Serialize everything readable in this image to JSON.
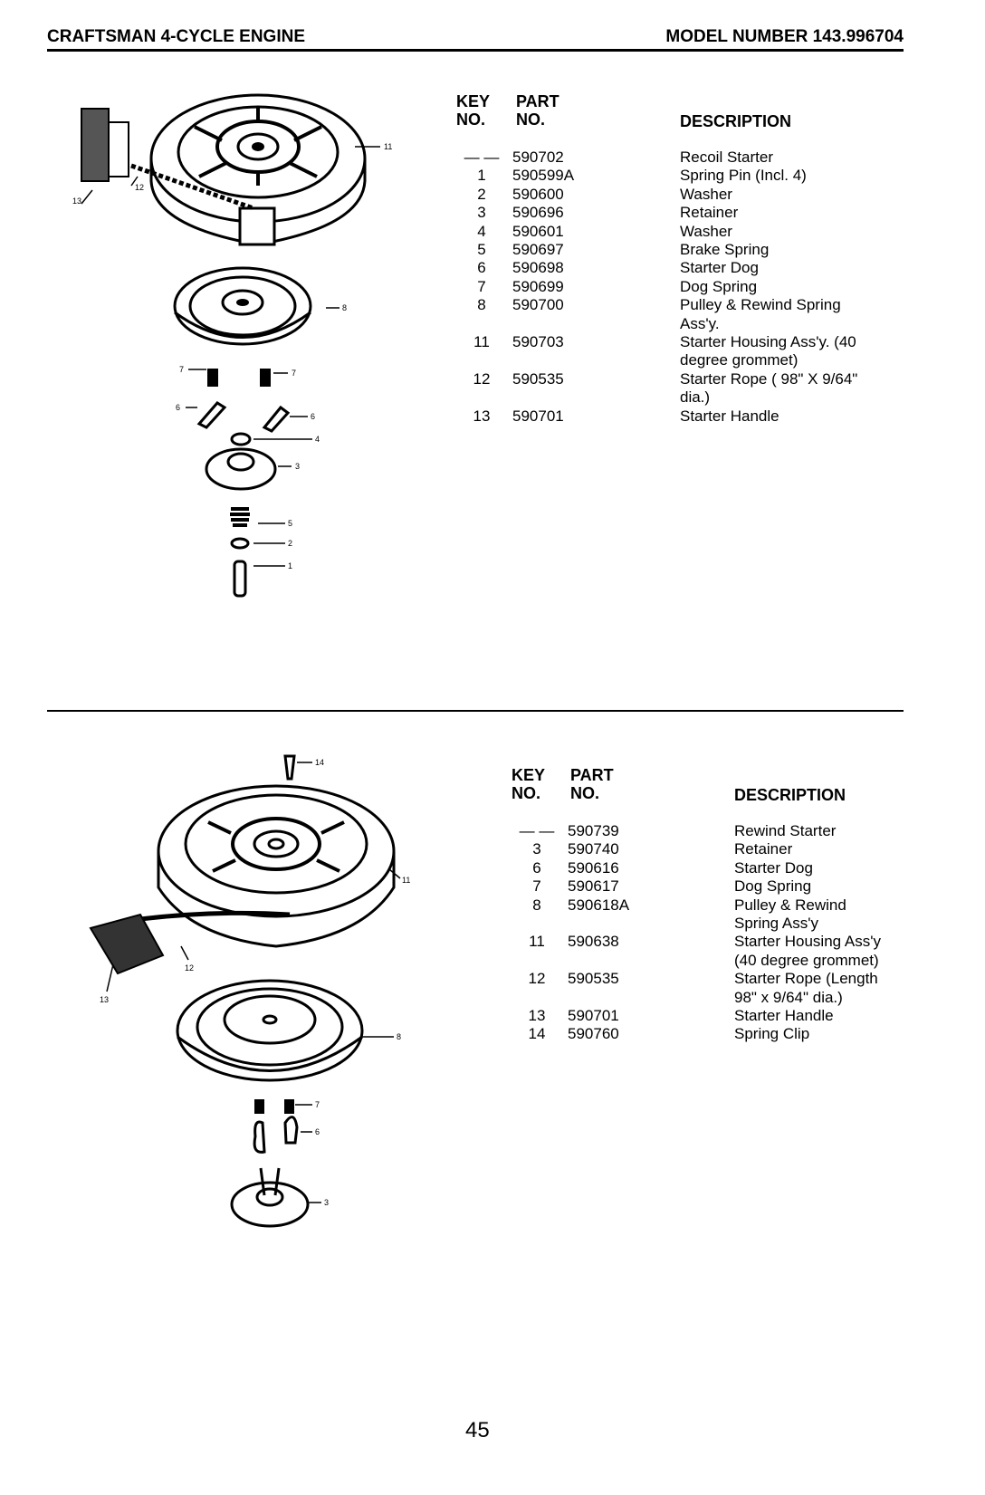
{
  "header": {
    "left": "CRAFTSMAN 4-CYCLE ENGINE",
    "right": "MODEL NUMBER 143.996704"
  },
  "columns": {
    "key_line1": "KEY",
    "key_line2": "NO.",
    "part_line1": "PART",
    "part_line2": "NO.",
    "description": "DESCRIPTION"
  },
  "section1": {
    "rows": [
      {
        "key": "— —",
        "part": "590702",
        "desc": [
          "Recoil Starter"
        ]
      },
      {
        "key": "1",
        "part": "590599A",
        "desc": [
          "Spring Pin (Incl. 4)"
        ]
      },
      {
        "key": "2",
        "part": "590600",
        "desc": [
          "Washer"
        ]
      },
      {
        "key": "3",
        "part": "590696",
        "desc": [
          "Retainer"
        ]
      },
      {
        "key": "4",
        "part": "590601",
        "desc": [
          "Washer"
        ]
      },
      {
        "key": "5",
        "part": "590697",
        "desc": [
          "Brake Spring"
        ]
      },
      {
        "key": "6",
        "part": "590698",
        "desc": [
          "Starter Dog"
        ]
      },
      {
        "key": "7",
        "part": "590699",
        "desc": [
          "Dog Spring"
        ]
      },
      {
        "key": "8",
        "part": "590700",
        "desc": [
          "Pulley & Rewind Spring",
          "Ass'y."
        ]
      },
      {
        "key": "11",
        "part": "590703",
        "desc": [
          "Starter Housing Ass'y. (40",
          "degree grommet)"
        ]
      },
      {
        "key": "12",
        "part": "590535",
        "desc": [
          "Starter Rope ( 98\" X 9/64\"",
          "dia.)"
        ]
      },
      {
        "key": "13",
        "part": "590701",
        "desc": [
          "Starter Handle"
        ]
      }
    ],
    "callouts": [
      "11",
      "12",
      "13",
      "8",
      "7",
      "7",
      "6",
      "6",
      "4",
      "3",
      "5",
      "2",
      "1"
    ]
  },
  "section2": {
    "rows": [
      {
        "key": "— —",
        "part": "590739",
        "desc": [
          "Rewind Starter"
        ]
      },
      {
        "key": "3",
        "part": "590740",
        "desc": [
          "Retainer"
        ]
      },
      {
        "key": "6",
        "part": "590616",
        "desc": [
          "Starter Dog"
        ]
      },
      {
        "key": "7",
        "part": "590617",
        "desc": [
          "Dog Spring"
        ]
      },
      {
        "key": "8",
        "part": "590618A",
        "desc": [
          "Pulley & Rewind",
          "Spring Ass'y"
        ]
      },
      {
        "key": "11",
        "part": "590638",
        "desc": [
          "Starter Housing Ass'y",
          "(40 degree grommet)"
        ]
      },
      {
        "key": "12",
        "part": "590535",
        "desc": [
          "Starter Rope (Length",
          "98\" x 9/64\" dia.)"
        ]
      },
      {
        "key": "13",
        "part": "590701",
        "desc": [
          "Starter Handle"
        ]
      },
      {
        "key": "14",
        "part": "590760",
        "desc": [
          "Spring Clip"
        ]
      }
    ],
    "callouts": [
      "14",
      "11",
      "12",
      "13",
      "8",
      "7",
      "6",
      "3"
    ]
  },
  "page_number": "45",
  "icons": [
    "recoil-starter-exploded-diagram",
    "rewind-starter-exploded-diagram"
  ]
}
